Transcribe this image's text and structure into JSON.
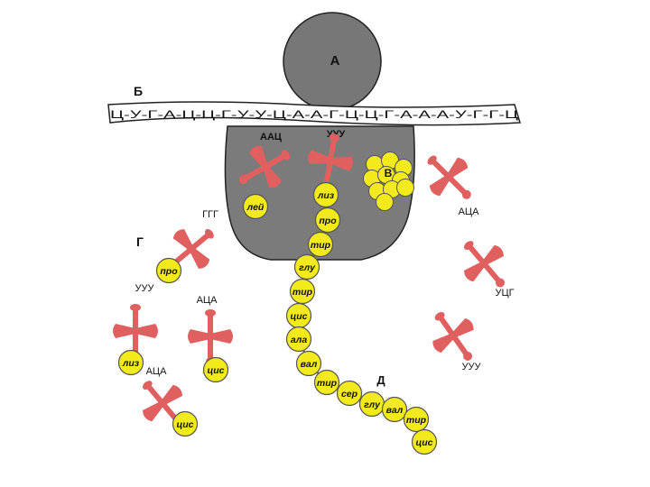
{
  "labels": {
    "ribosome_small": "А",
    "mrna": "Б",
    "enzyme_cluster": "В",
    "free_trna": "Г",
    "polypeptide": "Д"
  },
  "mrna_sequence": "Ц-У-Г-А-Ц-Ц-Г-У-У-Ц-А-А-Г-Ц-Ц-Г-А-А-А-У-Г-Г-Ц",
  "codons_in_ribosome": [
    "ААЦ",
    "УУУ"
  ],
  "trna_in_ribosome": [
    {
      "amino_acid": "лей"
    },
    {
      "amino_acid": "лиз"
    }
  ],
  "polypeptide_chain": [
    "про",
    "тир",
    "глу",
    "тир",
    "цис",
    "ала",
    "вал",
    "тир",
    "сер",
    "глу",
    "вал",
    "тир",
    "цис"
  ],
  "free_trnas": [
    {
      "anticodon": "ГГГ",
      "amino_acid": "про"
    },
    {
      "anticodon": "УУУ",
      "amino_acid": "лиз"
    },
    {
      "anticodon": "АЦА",
      "amino_acid": "цис"
    },
    {
      "anticodon": "АЦА",
      "amino_acid": "цис"
    },
    {
      "anticodon": "АЦА",
      "amino_acid": ""
    },
    {
      "anticodon": "УЦГ",
      "amino_acid": ""
    },
    {
      "anticodon": "УУУ",
      "amino_acid": ""
    }
  ],
  "colors": {
    "trna": "#e06060",
    "amino_acid": "#f2ea1a",
    "amino_acid_stroke": "#555555",
    "ribosome_large": "#7b7b7b",
    "ribosome_small": "#777777",
    "mrna_fill": "#ffffff"
  }
}
